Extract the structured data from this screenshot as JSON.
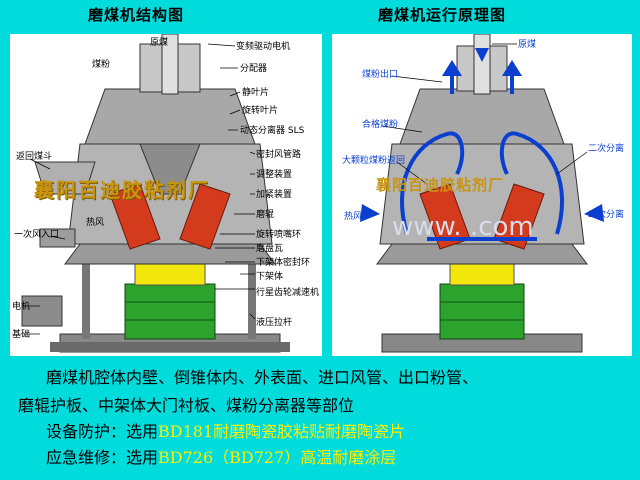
{
  "titles": {
    "left": "磨煤机结构图",
    "right": "磨煤机运行原理图"
  },
  "left_labels": {
    "yuanmei": "原煤",
    "meifen": "煤粉",
    "motor_top": "变频驱动电机",
    "fenpeiqi": "分配器",
    "jingyepian": "静叶片",
    "xuanzhuan": "旋转叶片",
    "dongtai": "动态分离器 SLS",
    "hopper": "返回煤斗",
    "mifeng": "密封风管路",
    "tiaojie": "调整装置",
    "jiajin": "加紧装置",
    "mogun": "磨辊",
    "redfeng": "热风",
    "xuanzhuan_ring": "旋转喷嘴环",
    "yifeng": "一次风入口",
    "mopanwa": "磨盘瓦",
    "xiajiati_mifeng": "下架体密封环",
    "xiajiati": "下架体",
    "xingxing": "行星齿轮减速机",
    "dianji": "电机",
    "jichu": "基础",
    "yeya": "液压拉杆"
  },
  "right_labels": {
    "yuanmei": "原煤",
    "meifen_out": "煤粉出口",
    "hege": "合格煤粉",
    "ercifeng1": "二次分离",
    "dakeli": "大颗粒煤粉返回",
    "refeng": "热风",
    "ercifeng2": "二次分离"
  },
  "watermark_left": "襄阳百迪胶粘剂厂",
  "watermark_right": "襄阳百迪胶粘剂厂",
  "fade_watermark": "www.         .com",
  "body_text": {
    "line1": "磨煤机腔体内壁、倒锥体内、外表面、进口风管、出口粉管、",
    "line2": "磨辊护板、中架体大门衬板、煤粉分离器等部位",
    "line3_prefix": "设备防护：选用",
    "line3_highlight": "BD181耐磨陶瓷胶粘贴耐磨陶瓷片",
    "line4_prefix": "应急维修：选用",
    "line4_highlight": "BD726（BD727）高温耐磨涂层"
  },
  "colors": {
    "background": "#00dcdc",
    "highlight": "#ffee00",
    "flow_blue": "#0a3fd0",
    "roller_red": "#d43a1c",
    "gear_yellow": "#f2e60a",
    "base_green": "#2ca32c",
    "watermark": "#c99510"
  }
}
